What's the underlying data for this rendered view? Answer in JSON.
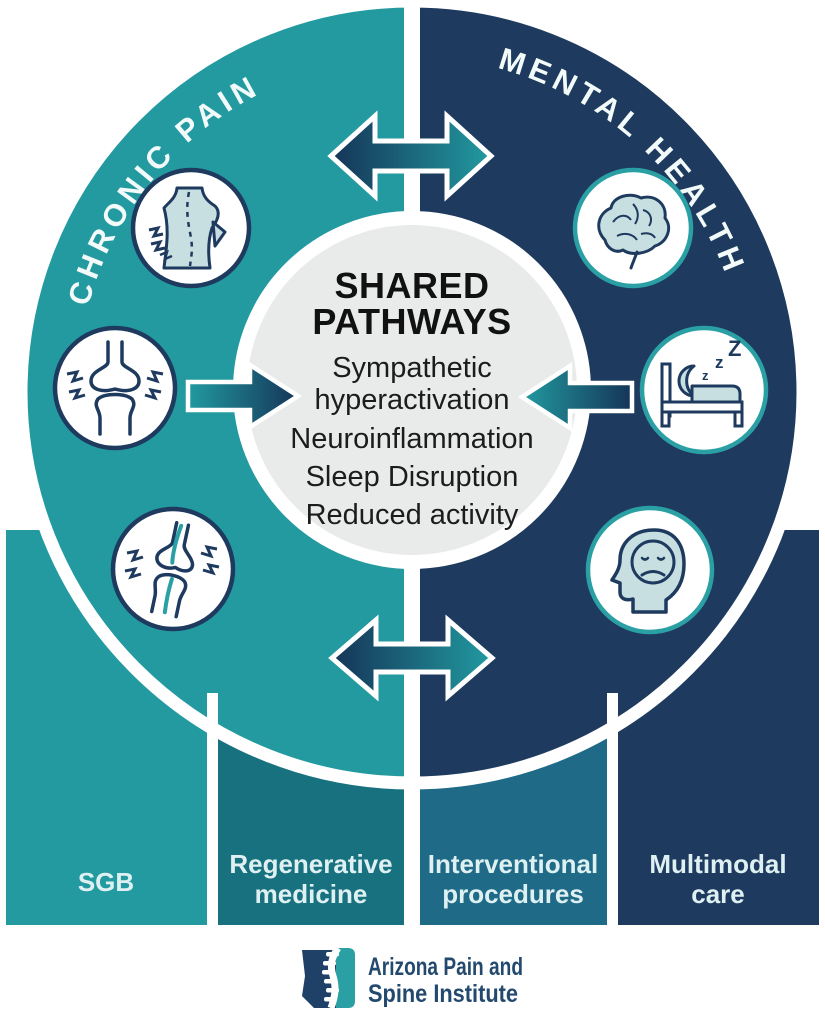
{
  "left_section": {
    "title": "CHRONIC PAIN",
    "icons": [
      {
        "name": "back-pain"
      },
      {
        "name": "knee-joint-pain"
      },
      {
        "name": "joint-inflammation"
      }
    ]
  },
  "right_section": {
    "title": "MENTAL HEALTH",
    "icons": [
      {
        "name": "brain"
      },
      {
        "name": "sleep-disruption",
        "zzz": [
          "z",
          "z",
          "Z"
        ]
      },
      {
        "name": "depressed-mood"
      }
    ]
  },
  "center_circle": {
    "title_lines": [
      "SHARED",
      "PATHWAYS"
    ],
    "pathways": [
      "Sympathetic hyperactivation",
      "Neuroinflammation",
      "Sleep Disruption",
      "Reduced activity"
    ],
    "pathway_display_lines": [
      "Sympathetic",
      "hyperactivation",
      "Neuroinflammation",
      "Sleep Disruption",
      "Reduced activity"
    ]
  },
  "arrows": {
    "top": "bidirectional-arrow",
    "bottom": "bidirectional-arrow",
    "left": "inward-arrow",
    "right": "inward-arrow"
  },
  "treatments": [
    {
      "label": "SGB",
      "lines": [
        "SGB"
      ]
    },
    {
      "label": "Regenerative medicine",
      "lines": [
        "Regenerative",
        "medicine"
      ]
    },
    {
      "label": "Interventional procedures",
      "lines": [
        "Interventional",
        "procedures"
      ]
    },
    {
      "label": "Multimodal care",
      "lines": [
        "Multimodal",
        "care"
      ]
    }
  ],
  "footer": {
    "org_name_lines": [
      "Arizona Pain and",
      "Spine Institute"
    ]
  },
  "colors": {
    "teal": "#229aa0",
    "navy": "#1e3a5e",
    "teal_dark": "#17717f",
    "steel_blue": "#1e6a87",
    "center_gray": "#e9ebea",
    "icon_fill": "#c8dfe2",
    "label_text": "#def0f2",
    "arrow_navy": "#153457",
    "arrow_teal": "#219aa0"
  }
}
